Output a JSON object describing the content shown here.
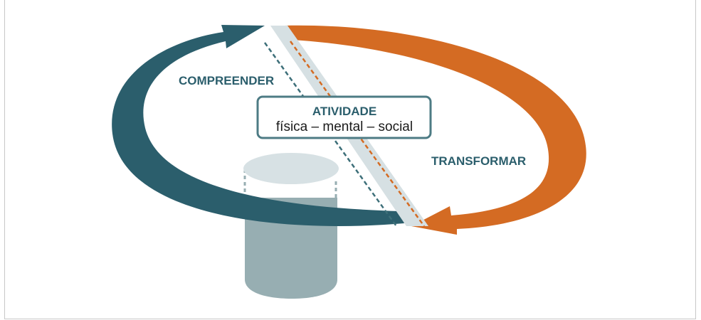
{
  "diagram": {
    "label_left": "COMPREENDER",
    "label_right": "TRANSFORMAR",
    "box_title": "ATIVIDADE",
    "box_subtitle": "física – mental – social"
  },
  "colors": {
    "teal": "#2b5e6c",
    "orange": "#d46b23",
    "light_band": "#d6e0e3",
    "cylinder": "#97aeb2",
    "cylinder_top": "#d7e1e4",
    "dashed_teal": "#3d6f79",
    "dashed_orange": "#d46b23",
    "box_border": "#4d7b84"
  }
}
